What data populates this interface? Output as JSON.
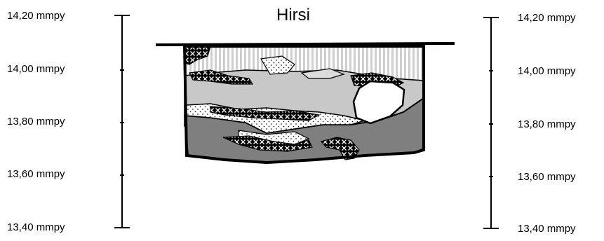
{
  "title": "Hirsi",
  "left_scale": {
    "labels": [
      "14,20 mmpy",
      "14,00 mmpy",
      "13,80 mmpy",
      "13,60 mmpy",
      "13,40 mmpy"
    ]
  },
  "right_scale": {
    "labels": [
      "14,20 mmpy",
      "14,00 mmpy",
      "13,80 mmpy",
      "13,60 mmpy",
      "13,40 mmpy"
    ]
  },
  "colors": {
    "dark_fill": "#7f7f7f",
    "light_fill": "#c8c8c8",
    "stripe_fill": "#dcdcdc",
    "outline": "#000000"
  }
}
